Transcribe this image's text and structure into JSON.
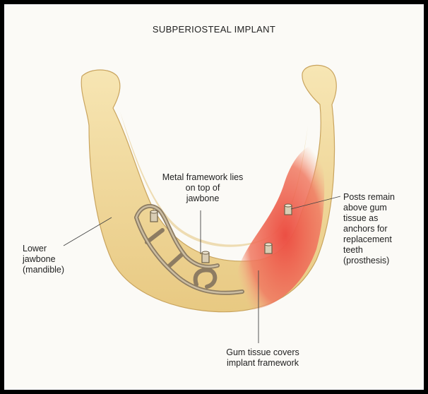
{
  "title": "SUBPERIOSTEAL IMPLANT",
  "labels": {
    "lower_jawbone": [
      "Lower",
      "jawbone",
      "(mandible)"
    ],
    "metal_framework": [
      "Metal framework lies",
      "on top of",
      "jawbone"
    ],
    "posts": [
      "Posts remain",
      "above gum",
      "tissue as",
      "anchors for",
      "replacement",
      "teeth",
      "(prosthesis)"
    ],
    "gum_tissue": [
      "Gum tissue covers",
      "implant framework"
    ]
  },
  "colors": {
    "bone": "#f3dc9e",
    "bone_shadow": "#d9b86a",
    "gum": "#ec5a4a",
    "framework": "#b5a58a",
    "background": "#fbfaf6"
  }
}
